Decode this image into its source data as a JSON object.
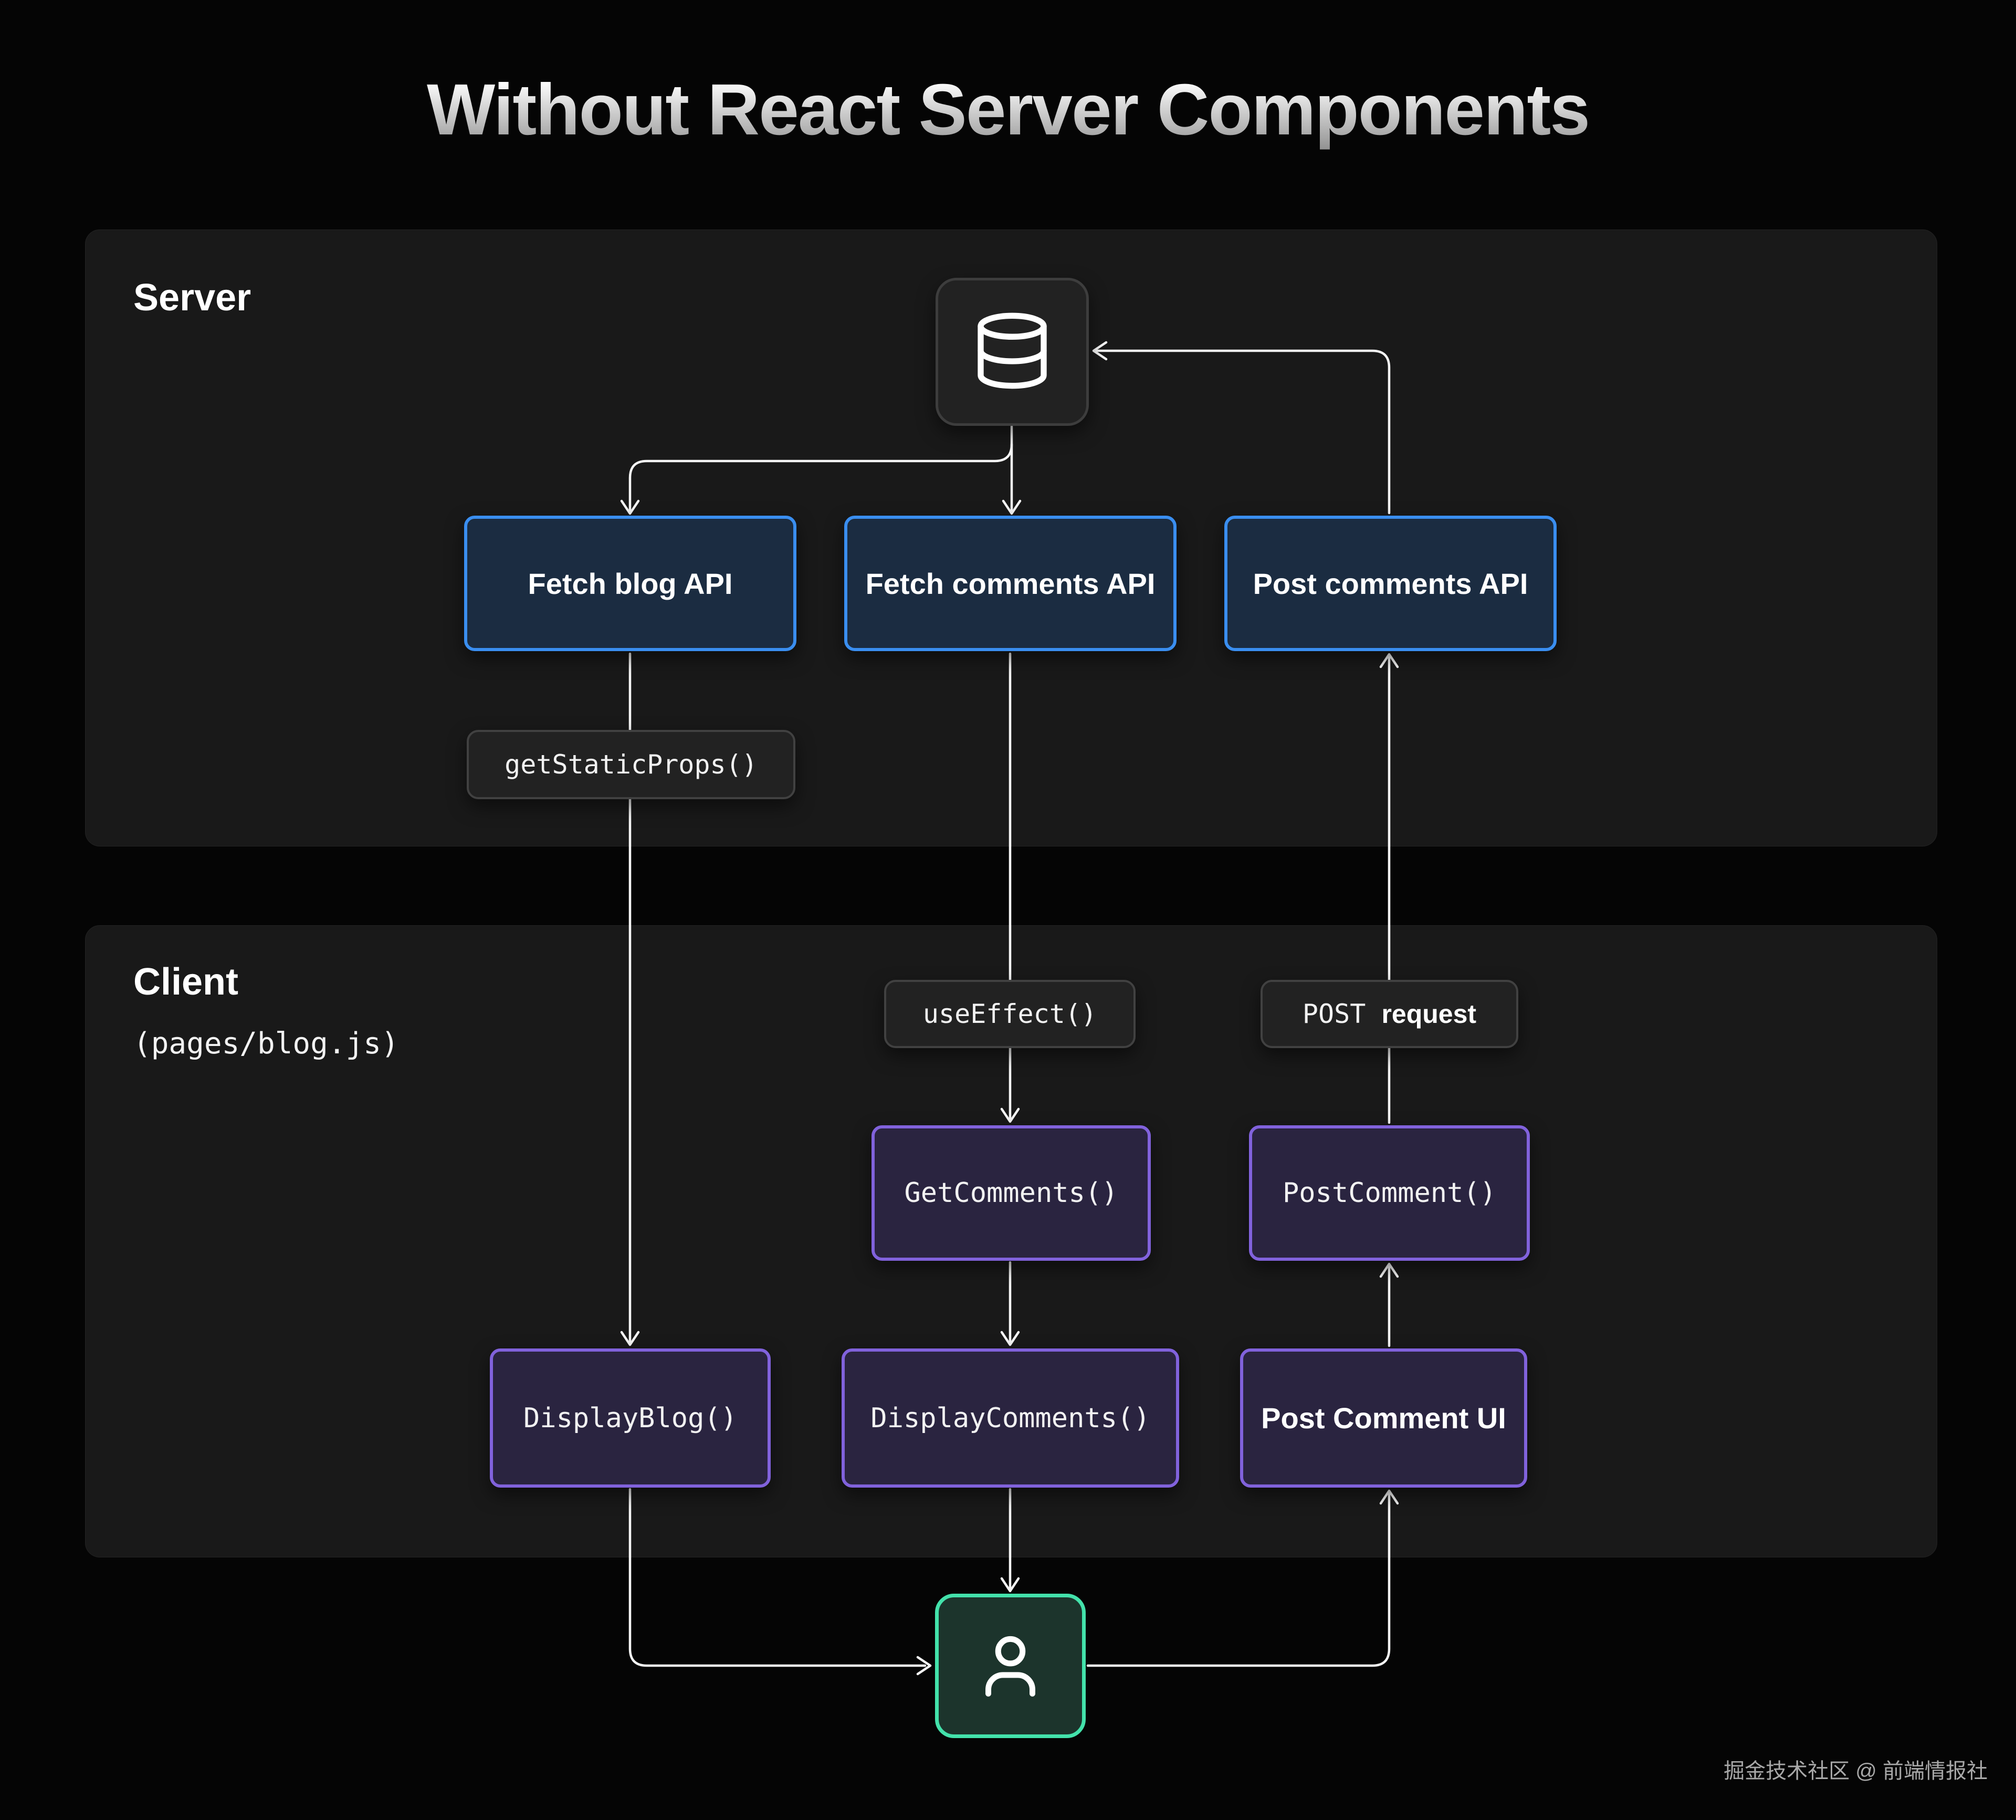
{
  "title": "Without React Server Components",
  "server_panel": {
    "label": "Server",
    "nodes": {
      "database_icon": "database-icon",
      "fetch_blog": "Fetch blog API",
      "fetch_comments": "Fetch comments API",
      "post_comments": "Post comments API",
      "get_static_props": "getStaticProps()"
    }
  },
  "client_panel": {
    "label": "Client",
    "sublabel": "(pages/blog.js)",
    "nodes": {
      "use_effect": "useEffect()",
      "post_request_mono": "POST",
      "post_request_bold": "request",
      "get_comments": "GetComments()",
      "post_comment": "PostComment()",
      "display_blog": "DisplayBlog()",
      "display_comments": "DisplayComments()",
      "post_comment_ui": "Post Comment UI"
    }
  },
  "user_node": "user-icon",
  "watermark": "掘金技术社区 @ 前端情报社",
  "connections": [
    {
      "from": "database",
      "to": "fetch-blog-api"
    },
    {
      "from": "database",
      "to": "fetch-comments-api"
    },
    {
      "from": "fetch-blog-api",
      "to": "display-blog",
      "via": "getStaticProps()"
    },
    {
      "from": "fetch-comments-api",
      "to": "get-comments",
      "via": "useEffect()"
    },
    {
      "from": "get-comments",
      "to": "display-comments"
    },
    {
      "from": "display-comments",
      "to": "user"
    },
    {
      "from": "display-blog",
      "to": "user"
    },
    {
      "from": "user",
      "to": "post-comment-ui"
    },
    {
      "from": "post-comment-ui",
      "to": "post-comment"
    },
    {
      "from": "post-comment",
      "to": "post-comments-api",
      "via": "POST request"
    },
    {
      "from": "post-comments-api",
      "to": "database"
    }
  ],
  "colors": {
    "page_bg": "#050505",
    "panel_bg": "#191919",
    "blue_border": "#3a8ef0",
    "blue_fill": "#1b2c41",
    "purple_border": "#8162dc",
    "purple_fill": "#2a2440",
    "green_border": "#43e2ab",
    "green_fill": "#1c342c",
    "pill_fill": "#222222",
    "pill_border": "#414141",
    "arrow": "#f5f5f5"
  }
}
